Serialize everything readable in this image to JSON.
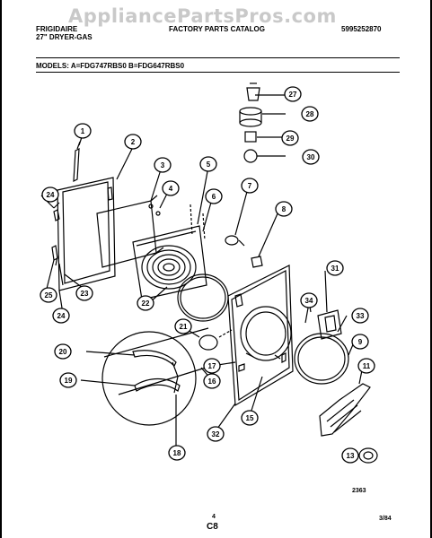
{
  "watermark": "AppliancePartsPros.com",
  "header": {
    "brand": "FRIGIDAIRE",
    "product": "27\" DRYER-GAS",
    "catalog": "FACTORY PARTS CATALOG",
    "catalog_number": "5995252870",
    "models": "MODELS:  A=FDG747RBS0      B=FDG647RBS0"
  },
  "callouts": [
    "1",
    "2",
    "3",
    "4",
    "5",
    "6",
    "7",
    "8",
    "9",
    "11",
    "13",
    "15",
    "16",
    "17",
    "18",
    "19",
    "20",
    "21",
    "22",
    "23",
    "24",
    "24",
    "25",
    "27",
    "28",
    "29",
    "30",
    "31",
    "32",
    "33",
    "34"
  ],
  "footer": {
    "figure_number": "2363",
    "page": "4",
    "section": "C8",
    "date": "3/84"
  }
}
